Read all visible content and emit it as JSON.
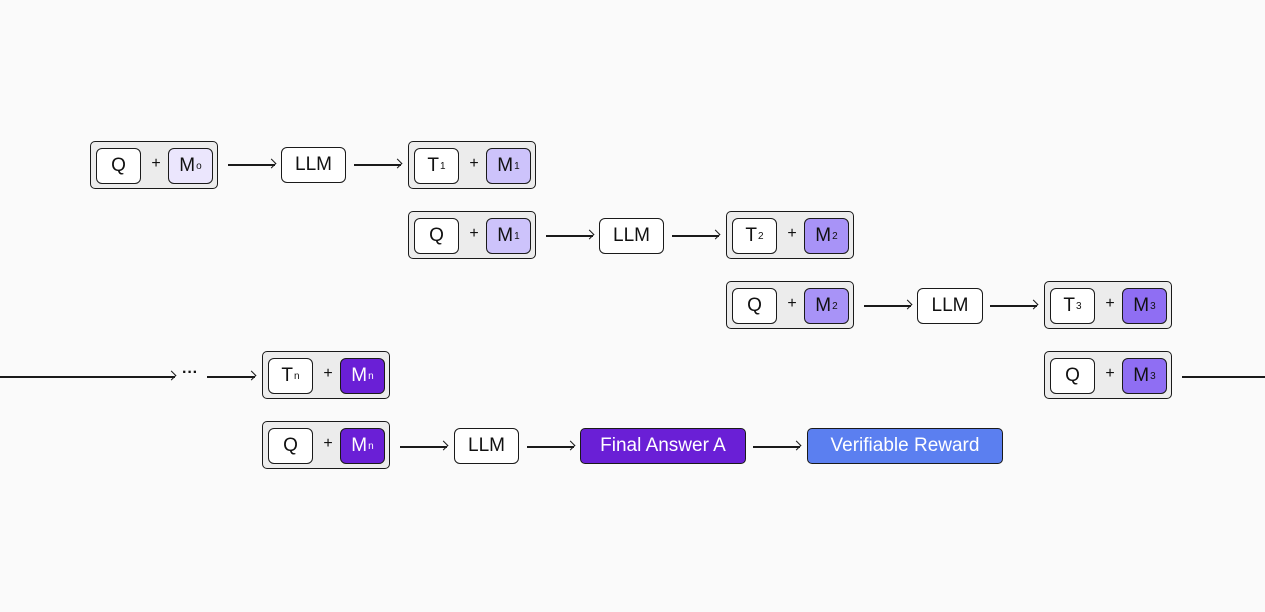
{
  "colors": {
    "m0": "#ebe6fd",
    "m1": "#cdc3fb",
    "m2": "#a893f7",
    "m3": "#8f6ef3",
    "mn": "#6a1fd6",
    "final": "#6a1fd6",
    "reward": "#5b7ff0"
  },
  "labels": {
    "q": "Q",
    "plus": "+",
    "llm": "LLM",
    "m": "M",
    "t": "T",
    "ellipsis": "···",
    "final_answer": "Final Answer A",
    "verifiable_reward": "Verifiable Reward"
  },
  "subs": {
    "s0": "o",
    "s1": "1",
    "s2": "2",
    "s3": "3",
    "sn": "n"
  }
}
